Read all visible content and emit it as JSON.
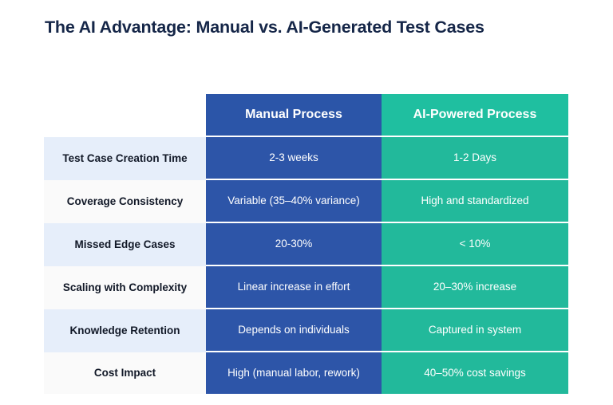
{
  "page": {
    "title": "The AI Advantage: Manual vs. AI-Generated Test Cases",
    "background": "#ffffff",
    "title_color": "#152648"
  },
  "colors": {
    "manual_header": "#2b55a8",
    "manual_cell": "#2d55a8",
    "ai_header": "#1fbfa0",
    "ai_cell": "#22b99b",
    "label_odd": "#e6eefa",
    "label_even": "#fafafa",
    "cell_text": "#ffffff",
    "label_text": "#111827"
  },
  "table": {
    "columns": [
      {
        "key": "label",
        "header": ""
      },
      {
        "key": "manual",
        "header": "Manual Process"
      },
      {
        "key": "ai",
        "header": "AI-Powered Process"
      }
    ],
    "rows": [
      {
        "label": "Test Case Creation Time",
        "manual": "2-3 weeks",
        "ai": "1-2 Days"
      },
      {
        "label": "Coverage Consistency",
        "manual": "Variable (35–40% variance)",
        "ai": "High and standardized"
      },
      {
        "label": "Missed Edge Cases",
        "manual": "20-30%",
        "ai": "< 10%"
      },
      {
        "label": "Scaling with Complexity",
        "manual": "Linear increase in effort",
        "ai": "20–30% increase"
      },
      {
        "label": "Knowledge Retention",
        "manual": "Depends on individuals",
        "ai": "Captured in system"
      },
      {
        "label": "Cost Impact",
        "manual": "High (manual labor, rework)",
        "ai": "40–50% cost savings"
      }
    ]
  }
}
